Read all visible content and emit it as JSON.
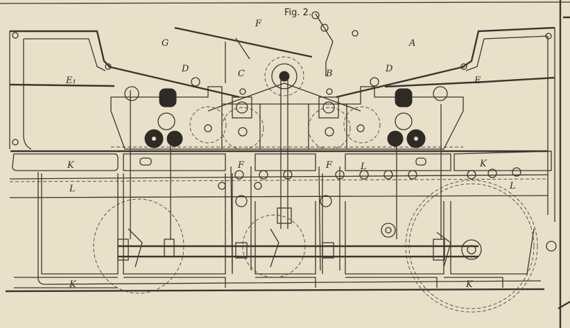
{
  "figure": {
    "title": "Fig. 2.",
    "labels": {
      "F_top": "F",
      "G": "G",
      "A": "A",
      "D_left": "D",
      "D_right": "D",
      "C": "C",
      "B": "B",
      "E1": "E₁",
      "E": "E",
      "K_upper_left": "K",
      "K_upper_right": "K",
      "K_lower_left": "K",
      "K_lower_right": "K",
      "L_left": "L",
      "L_right": "L",
      "L_mid": "L",
      "F_left": "F",
      "F_right": "F"
    },
    "colors": {
      "paper": "#e9e0c9",
      "ink": "#3b352d"
    }
  }
}
